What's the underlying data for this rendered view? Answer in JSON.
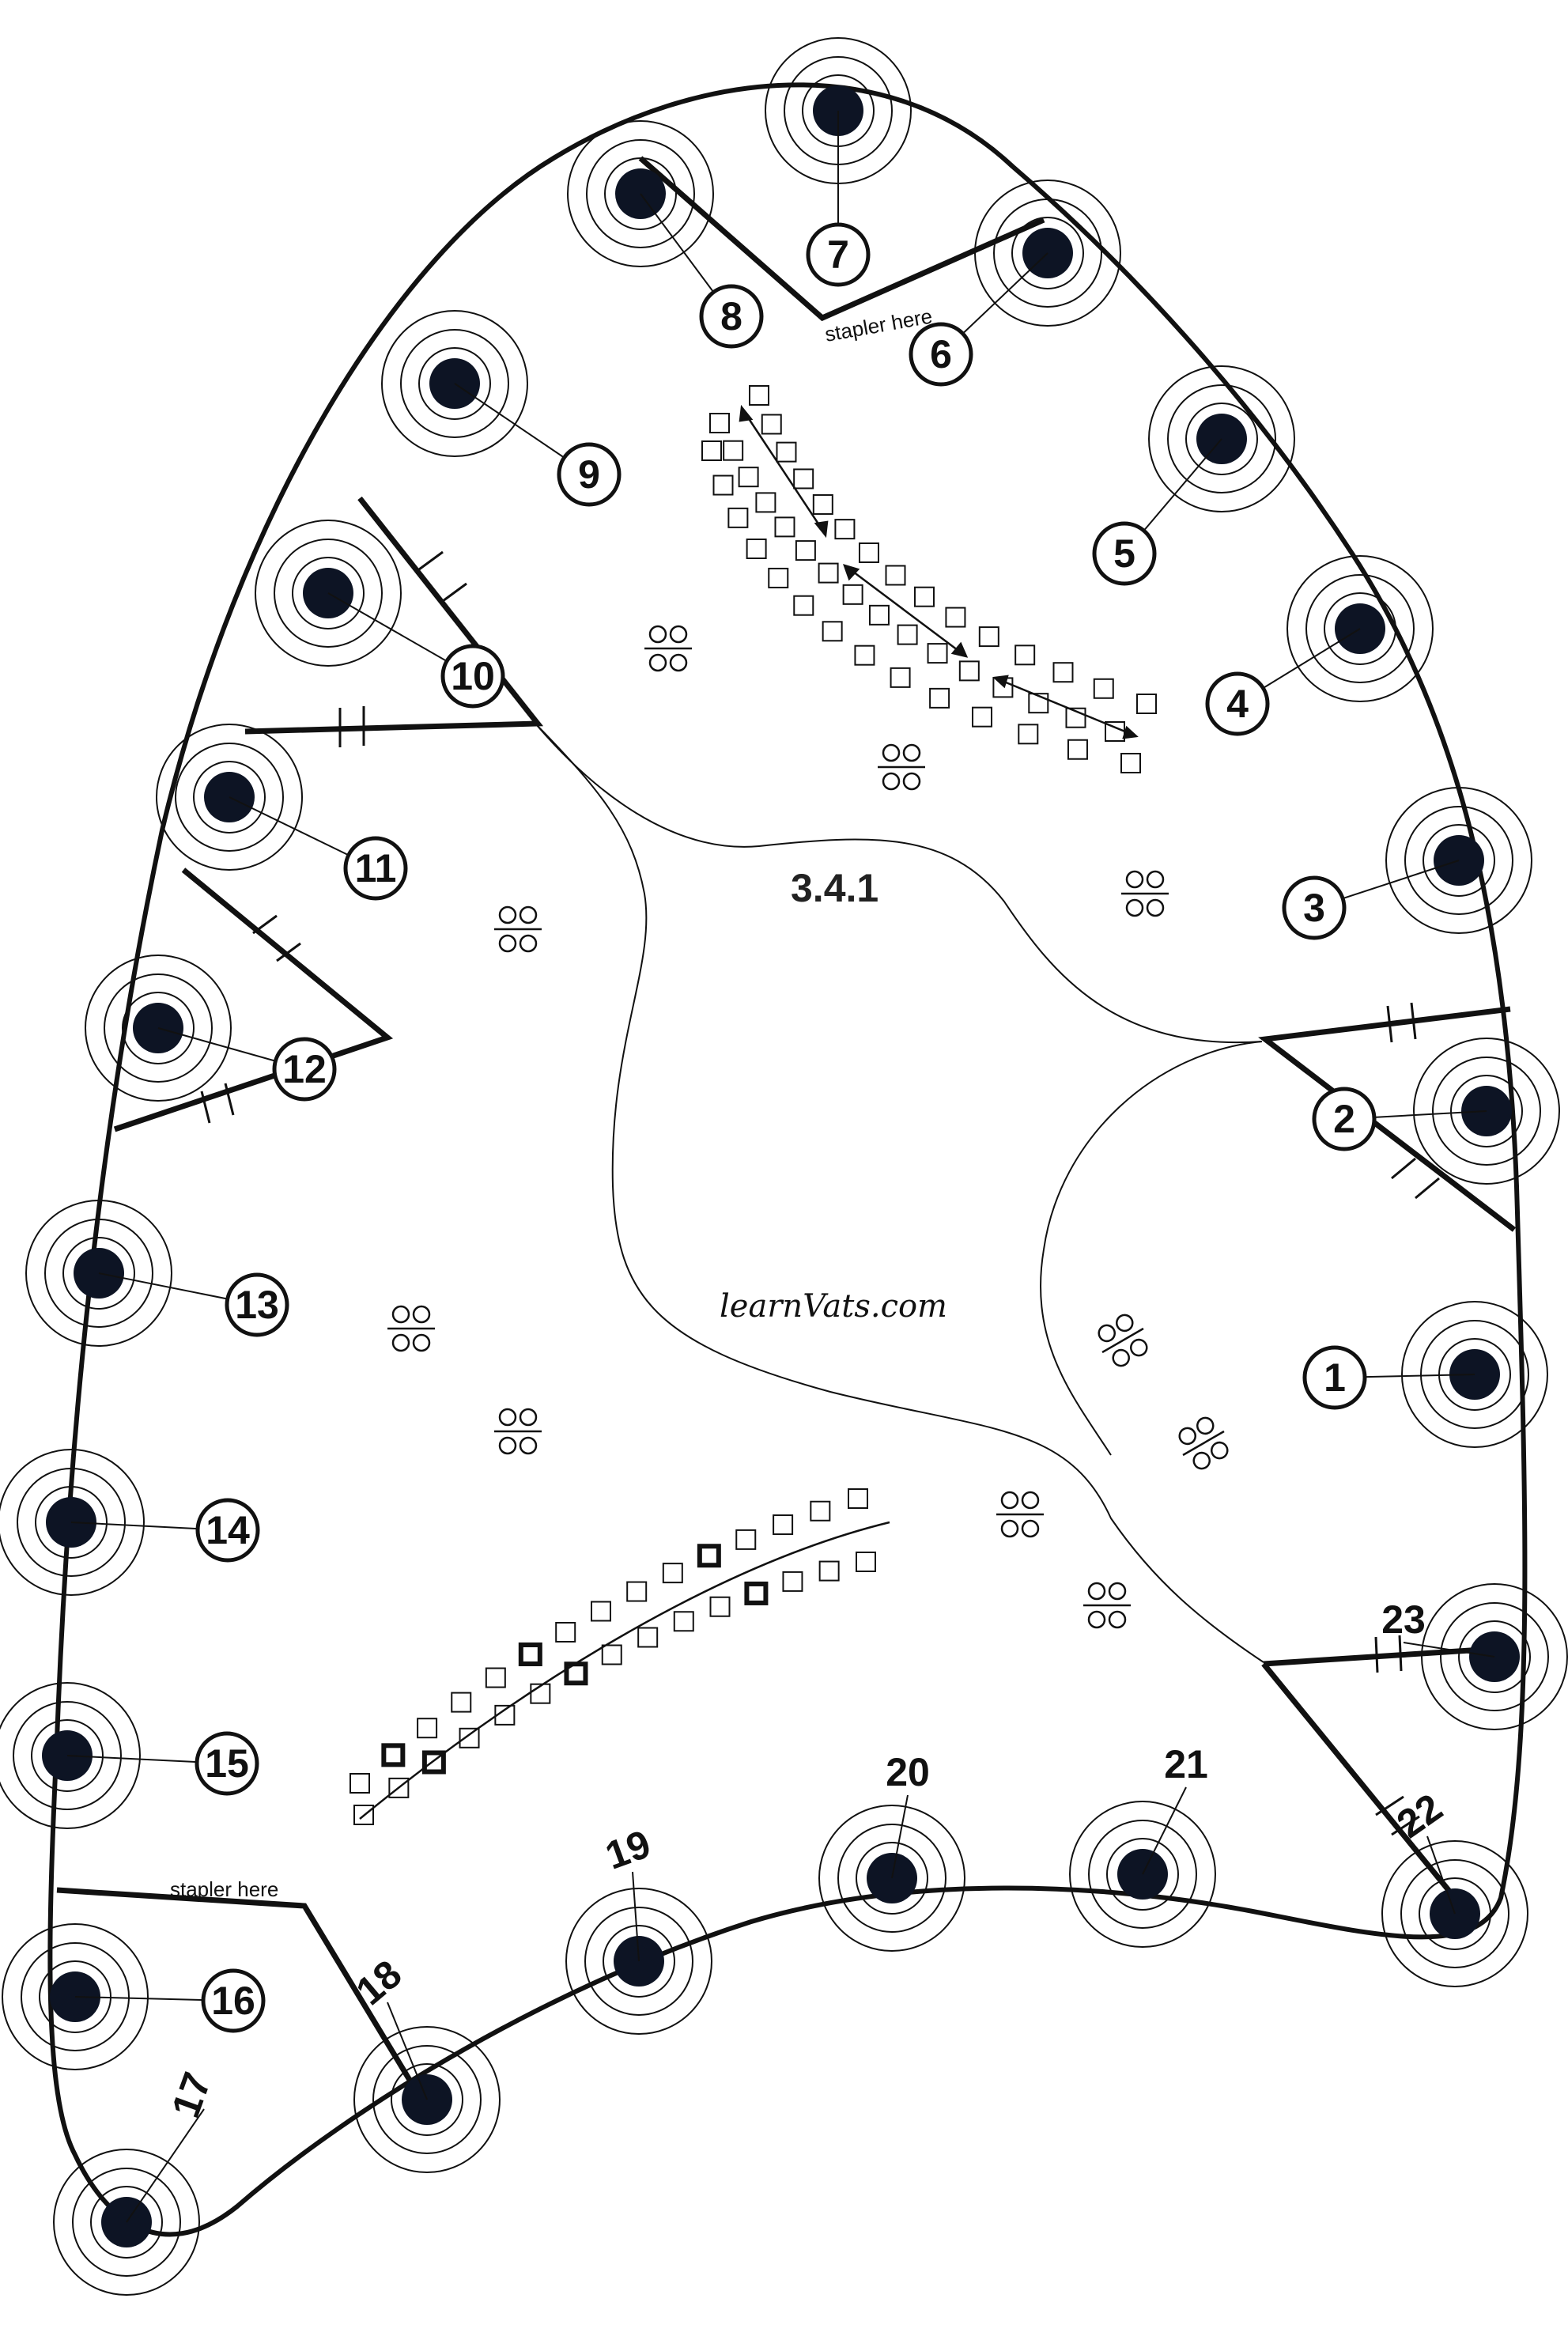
{
  "diagram": {
    "code_label": "3.4.1",
    "brand": "learnVats.com",
    "stapler_label": "stapler here",
    "markers": [
      "1",
      "2",
      "3",
      "4",
      "5",
      "6",
      "7",
      "8",
      "9",
      "10",
      "11",
      "12",
      "13",
      "14",
      "15",
      "16",
      "17",
      "18",
      "19",
      "20",
      "21",
      "22",
      "23"
    ],
    "colors": {
      "ink": "#111111",
      "dot": "#0d1424",
      "paper": "#ffffff"
    }
  }
}
